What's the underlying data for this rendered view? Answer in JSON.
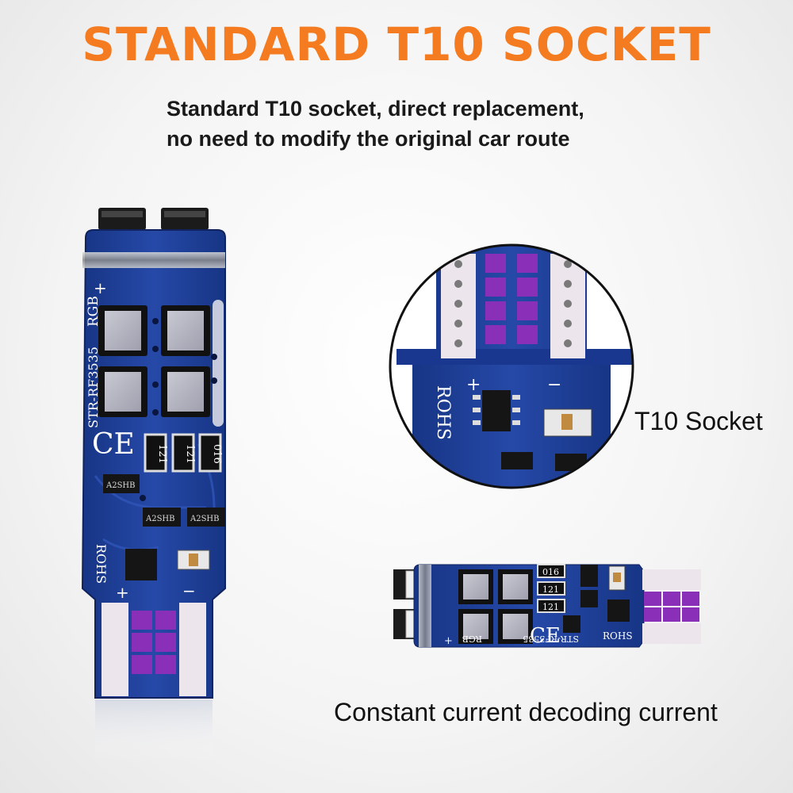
{
  "title": "STANDARD T10 SOCKET",
  "subtitle": {
    "line1": "Standard T10 socket, direct replacement,",
    "line2": "no need to modify the original car route"
  },
  "labels": {
    "socket": "T10 Socket",
    "current": "Constant current decoding current"
  },
  "pcb": {
    "model": "STR-RF3535",
    "rgb": "RGB",
    "ce": "CE",
    "rohs": "ROHS",
    "plus": "+",
    "minus": "−",
    "resistor_a": "121",
    "resistor_b": "121",
    "resistor_c": "016",
    "chip_a": "A2SHB",
    "chip_b": "A2SHB",
    "chip_c": "A2SHB"
  },
  "colors": {
    "accent": "#f47b20",
    "pcb": "#1f3f96",
    "pcb_dark": "#14296b",
    "contact": "#ece6ec",
    "led": "#8a2fb8"
  }
}
